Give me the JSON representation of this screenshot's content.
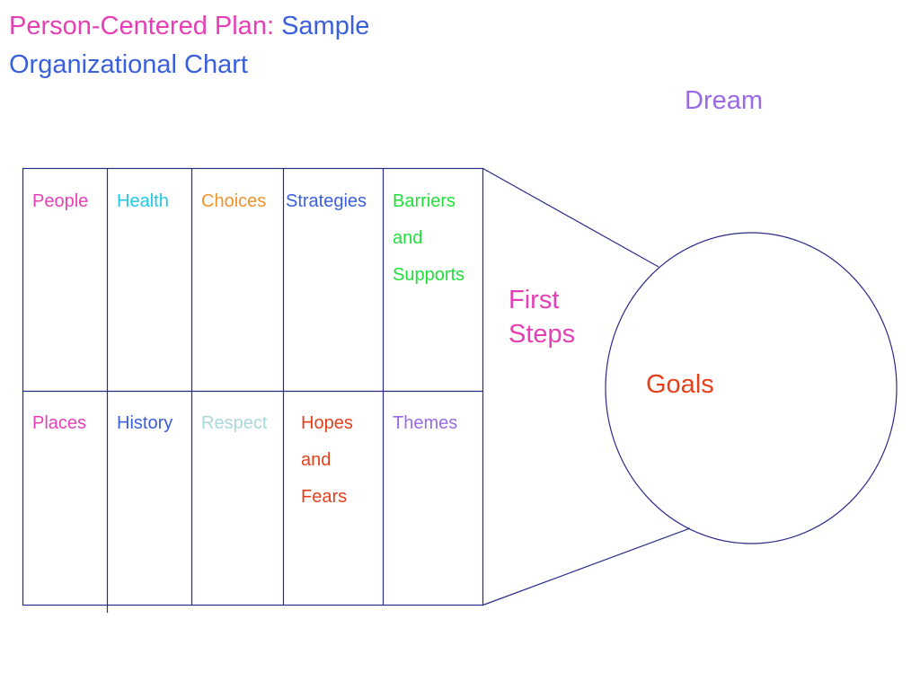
{
  "title": {
    "part1": "Person-Centered Plan:",
    "part2": "Sample",
    "line2": "Organizational Chart",
    "color1": "#e63fb5",
    "color2": "#3a5fdc"
  },
  "dream": {
    "label": "Dream",
    "color": "#9a6ae6"
  },
  "grid": {
    "top_row": [
      {
        "lines": [
          "People"
        ],
        "color": "#e63fb5"
      },
      {
        "lines": [
          "Health"
        ],
        "color": "#1ec8e6"
      },
      {
        "lines": [
          "Choices"
        ],
        "color": "#f0922a"
      },
      {
        "lines": [
          "Strategies"
        ],
        "color": "#3a5fdc"
      },
      {
        "lines": [
          "Barriers",
          "and",
          "Supports"
        ],
        "color": "#22e03a"
      }
    ],
    "bottom_row": [
      {
        "lines": [
          "Places"
        ],
        "color": "#e63fb5"
      },
      {
        "lines": [
          "History"
        ],
        "color": "#3a5fdc"
      },
      {
        "lines": [
          "Respect"
        ],
        "color": "#a8d8dc"
      },
      {
        "lines": [
          "Hopes",
          "and",
          "Fears"
        ],
        "color": "#e6401a"
      },
      {
        "lines": [
          "Themes"
        ],
        "color": "#9a6ae6"
      }
    ],
    "line_color": "#2a2a8a"
  },
  "first_steps": {
    "lines": [
      "First",
      "Steps"
    ],
    "color": "#e63fb5"
  },
  "goals": {
    "label": "Goals",
    "color": "#e6401a"
  }
}
